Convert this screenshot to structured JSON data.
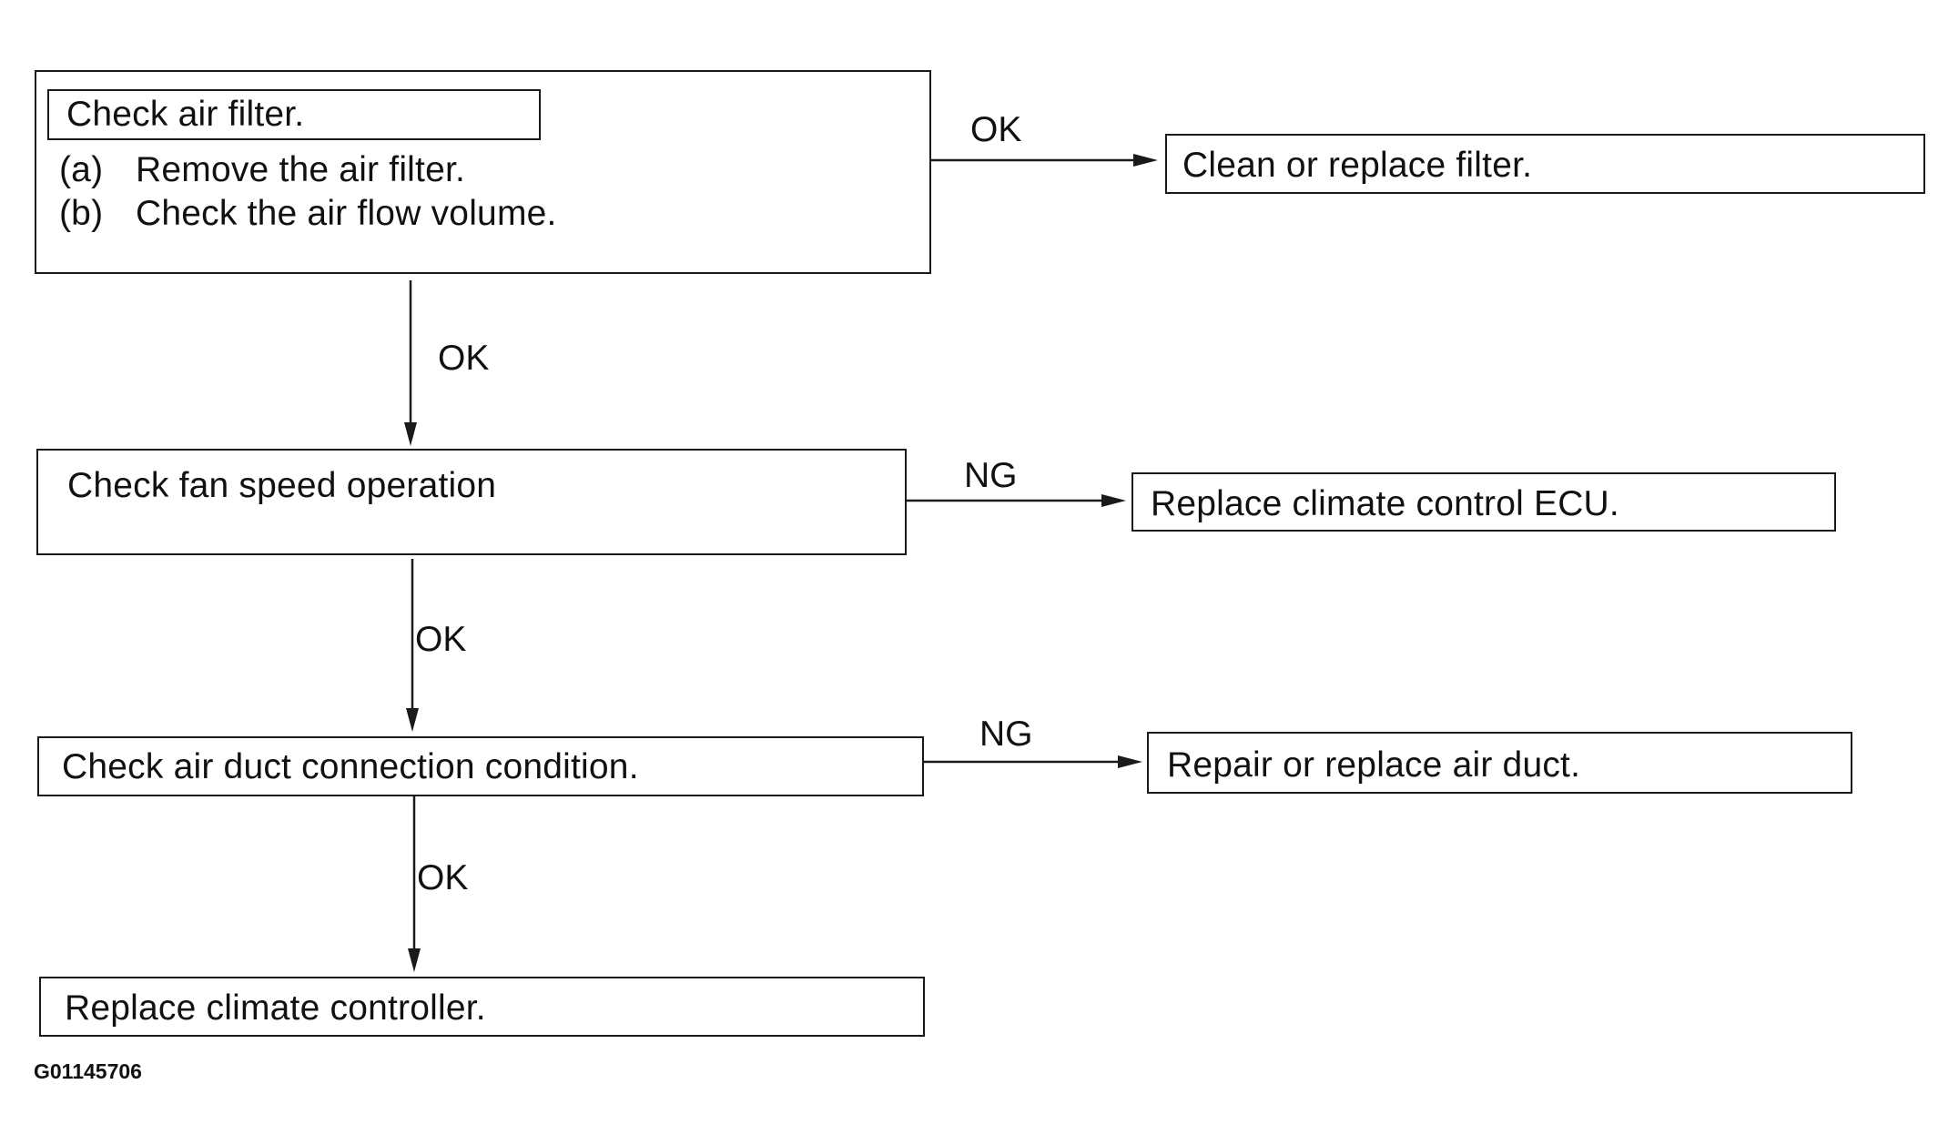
{
  "step1": {
    "title": "Check air filter.",
    "sub_a_marker": "(a)",
    "sub_a_text": "Remove the air filter.",
    "sub_b_marker": "(b)",
    "sub_b_text": "Check the air flow volume."
  },
  "step2": {
    "title": "Check fan speed operation"
  },
  "step3": {
    "title": "Check air duct connection condition."
  },
  "step4": {
    "title": "Replace climate controller."
  },
  "result1": {
    "title": "Clean or replace filter."
  },
  "result2": {
    "title": "Replace climate control ECU."
  },
  "result3": {
    "title": "Repair or replace air duct."
  },
  "edges": {
    "s1_to_r1": "OK",
    "s1_to_s2": "OK",
    "s2_to_r2": "NG",
    "s2_to_s3": "OK",
    "s3_to_r3": "NG",
    "s3_to_s4": "OK"
  },
  "figure_code": "G01145706"
}
